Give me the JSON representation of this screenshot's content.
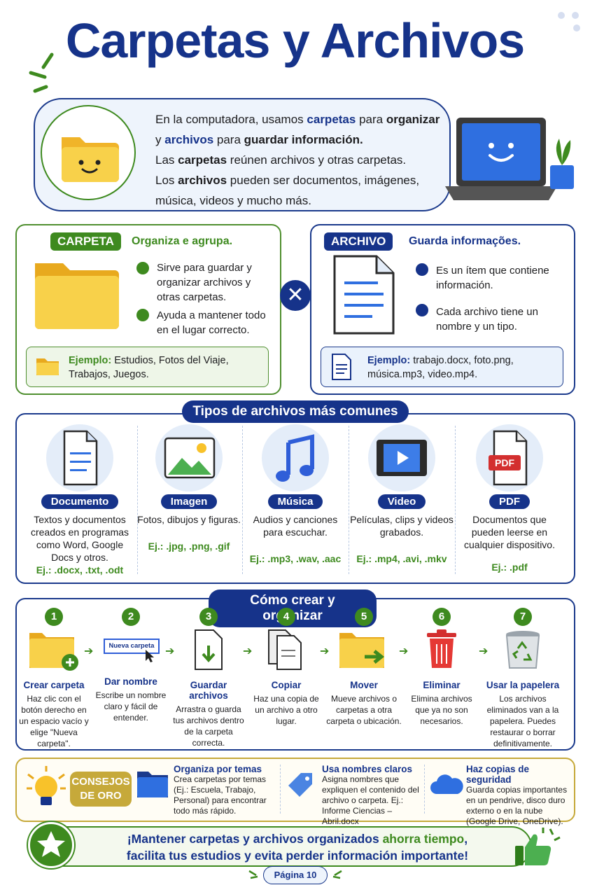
{
  "title": "Carpetas y Archivos",
  "intro": {
    "line1_a": "En la computadora, usamos ",
    "line1_b": "carpetas",
    "line1_c": " para ",
    "line1_d": "organizar",
    "line2_a": "y ",
    "line2_b": "archivos",
    "line2_c": " para ",
    "line2_d": "guardar información.",
    "line3_a": "Las ",
    "line3_b": "carpetas",
    "line3_c": " reúnen archivos y otras carpetas.",
    "line4_a": "Los ",
    "line4_b": "archivos",
    "line4_c": " pueden ser documentos, imágenes,",
    "line5": "música, videos y mucho más."
  },
  "carpeta": {
    "tag": "CARPETA",
    "subtitle": "Organiza e agrupa.",
    "bullet1": "Sirve para guardar y organizar archivos y otras carpetas.",
    "bullet2": "Ayuda a mantener todo en el lugar correcto.",
    "example_label": "Ejemplo:",
    "example_text": " Estudios, Fotos del Viaje, Trabajos, Juegos."
  },
  "vs_symbol": "✕",
  "archivo": {
    "tag": "ARCHIVO",
    "subtitle": "Guarda informações.",
    "bullet1": "Es un ítem que contiene información.",
    "bullet2": "Cada archivo tiene un nombre y un tipo.",
    "example_label": "Ejemplo:",
    "example_text": " trabajo.docx, foto.png, música.mp3, video.mp4."
  },
  "types": {
    "heading": "Tipos de archivos más comunes",
    "items": [
      {
        "label": "Documento",
        "desc": "Textos y documentos creados en programas como Word, Google Docs y otros.",
        "ex": "Ej.: .docx, .txt, .odt"
      },
      {
        "label": "Imagen",
        "desc": "Fotos, dibujos y figuras.",
        "ex": "Ej.: .jpg, .png, .gif"
      },
      {
        "label": "Música",
        "desc": "Audios y canciones para escuchar.",
        "ex": "Ej.: .mp3, .wav, .aac"
      },
      {
        "label": "Video",
        "desc": "Películas, clips y videos grabados.",
        "ex": "Ej.: .mp4, .avi, .mkv"
      },
      {
        "label": "PDF",
        "desc": "Documentos que pueden leerse en cualquier dispositivo.",
        "ex": "Ej.: .pdf"
      }
    ],
    "pdf_icon_text": "PDF"
  },
  "steps": {
    "heading": "Cómo crear y organizar",
    "new_folder_box": "Nueva carpeta",
    "items": [
      {
        "num": "1",
        "title": "Crear carpeta",
        "desc": "Haz clic con el botón derecho en un espacio vacío y elige \"Nueva carpeta\"."
      },
      {
        "num": "2",
        "title": "Dar nombre",
        "desc": "Escribe un nombre claro y fácil de entender."
      },
      {
        "num": "3",
        "title": "Guardar archivos",
        "desc": "Arrastra o guarda tus archivos dentro de la carpeta correcta."
      },
      {
        "num": "4",
        "title": "Copiar",
        "desc": "Haz una copia de un archivo a otro lugar."
      },
      {
        "num": "5",
        "title": "Mover",
        "desc": "Mueve archivos o carpetas a otra carpeta o ubicación."
      },
      {
        "num": "6",
        "title": "Eliminar",
        "desc": "Elimina archivos que ya no son necesarios."
      },
      {
        "num": "7",
        "title": "Usar la papelera",
        "desc": "Los archivos eliminados van a la papelera. Puedes restaurar o borrar definitivamente."
      }
    ]
  },
  "tips": {
    "badge_line1": "CONSEJOS",
    "badge_line2": "DE ORO",
    "items": [
      {
        "title": "Organiza por temas",
        "desc": "Crea carpetas por temas (Ej.: Escuela, Trabajo, Personal) para encontrar todo más rápido."
      },
      {
        "title": "Usa nombres claros",
        "desc": "Asigna nombres que expliquen el contenido del archivo o carpeta. Ej.: Informe Ciencias – Abril.docx"
      },
      {
        "title": "Haz copias de seguridad",
        "desc": "Guarda copias importantes en un pendrive, disco duro externo o en la nube (Google Drive, OneDrive)."
      }
    ]
  },
  "footer": {
    "line1_a": "¡Mantener carpetas y archivos organizados ",
    "line1_b": "ahorra tiempo",
    "line1_c": ",",
    "line2": "facilita tus estudios y evita perder información importante!"
  },
  "page": "Página 10",
  "colors": {
    "navy": "#16338a",
    "green": "#3e8a1f",
    "gold": "#c6a93a",
    "folder": "#f5c842"
  }
}
